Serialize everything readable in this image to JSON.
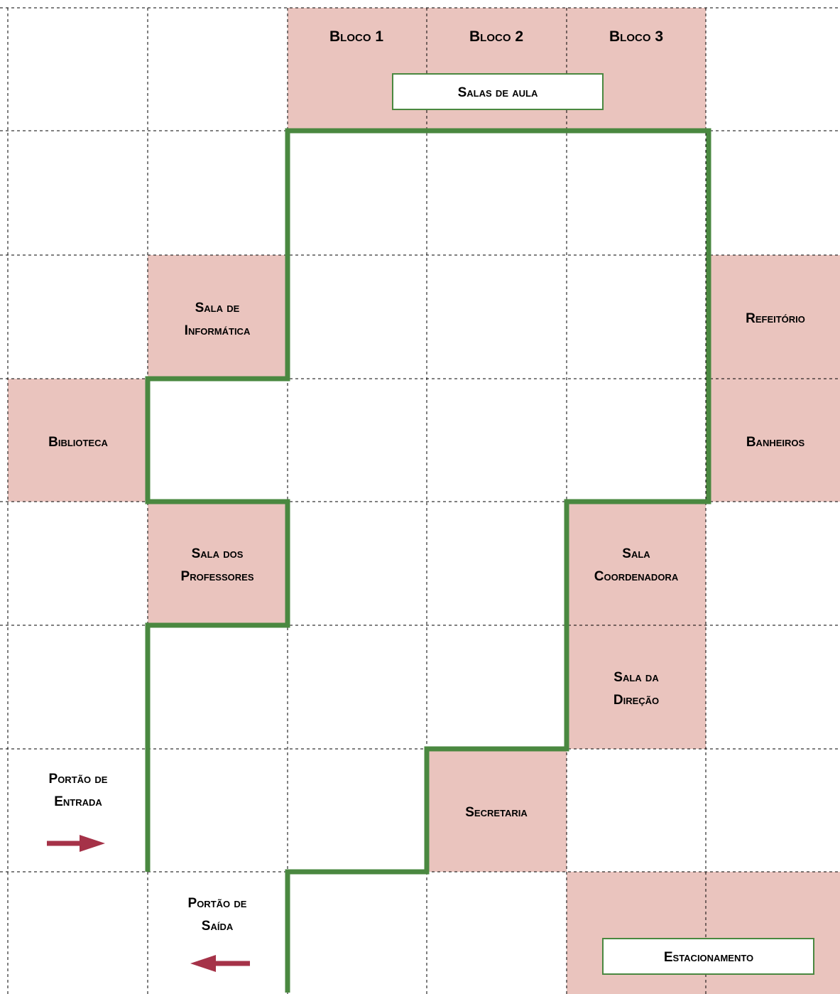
{
  "colors": {
    "room_fill": "#eac4be",
    "path_stroke": "#4a8840",
    "grid_line": "#000000",
    "arrow": "#a53248",
    "box_border": "#4a8840"
  },
  "rooms": {
    "bloco1": "Bloco 1",
    "bloco2": "Bloco 2",
    "bloco3": "Bloco 3",
    "salas_de_aula": "Salas de aula",
    "sala_informatica_l1": "Sala de",
    "sala_informatica_l2": "Informática",
    "refeitorio": "Refeitório",
    "biblioteca": "Biblioteca",
    "banheiros": "Banheiros",
    "sala_professores_l1": "Sala dos",
    "sala_professores_l2": "Professores",
    "sala_coordenadora_l1": "Sala",
    "sala_coordenadora_l2": "Coordenadora",
    "sala_direcao_l1": "Sala da",
    "sala_direcao_l2": "Direção",
    "secretaria": "Secretaria",
    "estacionamento": "Estacionamento"
  },
  "gates": {
    "entrada_l1": "Portão de",
    "entrada_l2": "Entrada",
    "saida_l1": "Portão de",
    "saida_l2": "Saída"
  }
}
